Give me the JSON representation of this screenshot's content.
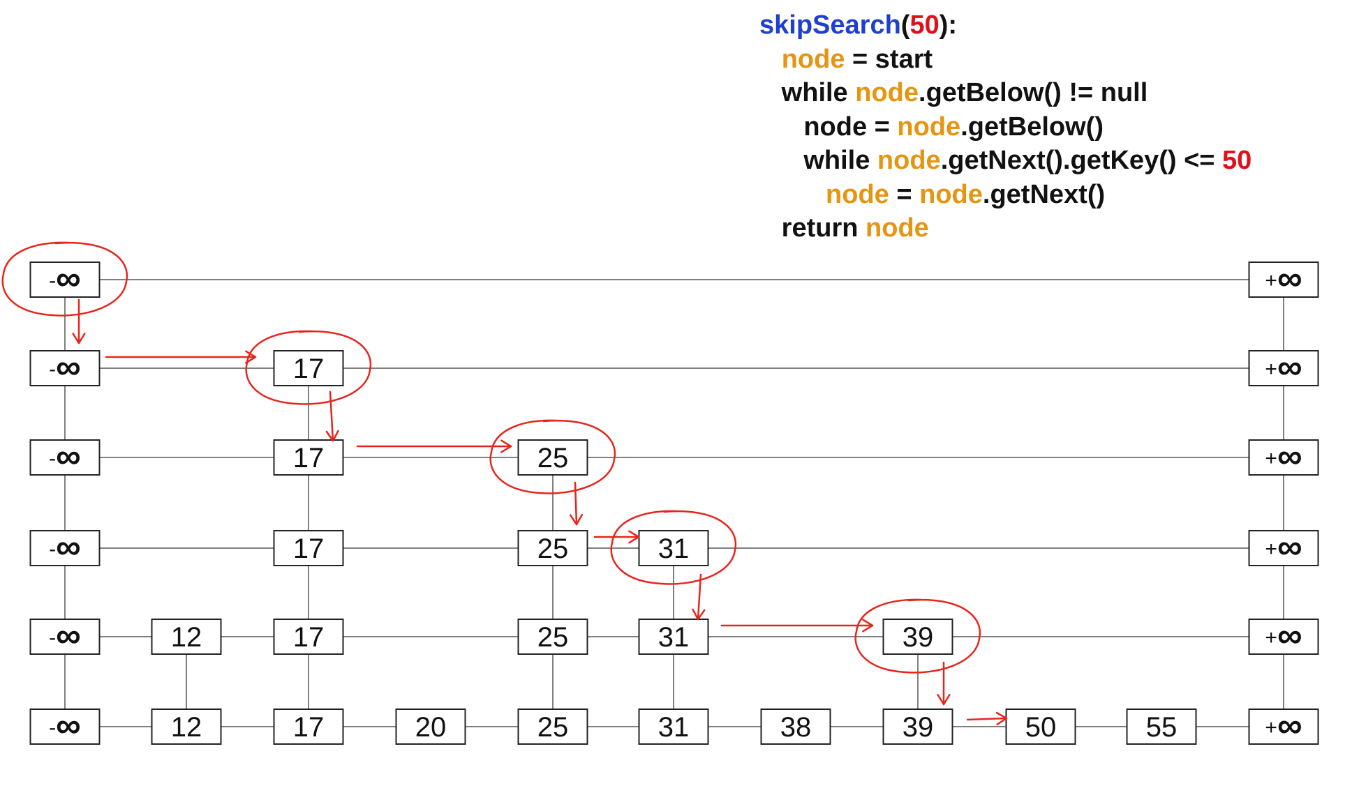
{
  "code": {
    "lines": [
      [
        {
          "t": "skipSearch",
          "c": "blue"
        },
        {
          "t": "(",
          "c": "black"
        },
        {
          "t": "50",
          "c": "red"
        },
        {
          "t": "):",
          "c": "black"
        }
      ],
      [
        {
          "t": "   ",
          "c": "black"
        },
        {
          "t": "node",
          "c": "orange"
        },
        {
          "t": " = start",
          "c": "black"
        }
      ],
      [
        {
          "t": "   while ",
          "c": "black"
        },
        {
          "t": "node",
          "c": "orange"
        },
        {
          "t": ".getBelow() != null",
          "c": "black"
        }
      ],
      [
        {
          "t": "      node = ",
          "c": "black"
        },
        {
          "t": "node",
          "c": "orange"
        },
        {
          "t": ".getBelow()",
          "c": "black"
        }
      ],
      [
        {
          "t": "      while ",
          "c": "black"
        },
        {
          "t": "node",
          "c": "orange"
        },
        {
          "t": ".getNext().getKey() <= ",
          "c": "black"
        },
        {
          "t": "50",
          "c": "red"
        }
      ],
      [
        {
          "t": "         ",
          "c": "black"
        },
        {
          "t": "node",
          "c": "orange"
        },
        {
          "t": " = ",
          "c": "black"
        },
        {
          "t": "node",
          "c": "orange"
        },
        {
          "t": ".getNext()",
          "c": "black"
        }
      ]
    ],
    "last_line": [
      {
        "t": "   return ",
        "c": "black"
      },
      {
        "t": "node",
        "c": "orange"
      }
    ]
  },
  "colors": {
    "blue": "#1f3fcf",
    "red": "#e0101a",
    "orange": "#e69512",
    "black": "#111111",
    "annotation": "#e8241c",
    "line": "#555555"
  },
  "skip_list": {
    "columns": [
      "-∞",
      "12",
      "17",
      "20",
      "25",
      "31",
      "38",
      "39",
      "50",
      "55",
      "+∞"
    ],
    "levels": [
      [
        "-∞",
        "+∞"
      ],
      [
        "-∞",
        "17",
        "+∞"
      ],
      [
        "-∞",
        "17",
        "25",
        "+∞"
      ],
      [
        "-∞",
        "17",
        "25",
        "31",
        "+∞"
      ],
      [
        "-∞",
        "12",
        "17",
        "25",
        "31",
        "39",
        "+∞"
      ],
      [
        "-∞",
        "12",
        "17",
        "20",
        "25",
        "31",
        "38",
        "39",
        "50",
        "55",
        "+∞"
      ]
    ],
    "search_path": [
      {
        "level": 0,
        "key": "-∞"
      },
      {
        "level": 1,
        "key": "17"
      },
      {
        "level": 2,
        "key": "25"
      },
      {
        "level": 3,
        "key": "31"
      },
      {
        "level": 4,
        "key": "39"
      },
      {
        "level": 5,
        "key": "50"
      }
    ]
  }
}
